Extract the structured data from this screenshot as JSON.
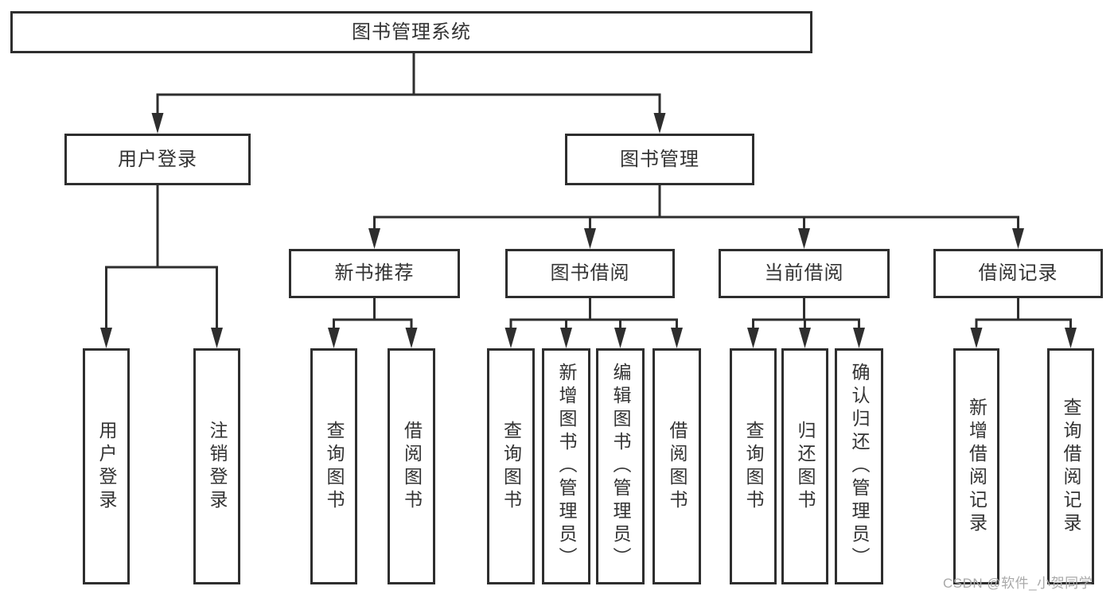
{
  "tree": {
    "root": {
      "label": "图书管理系统"
    },
    "branches": [
      {
        "label": "用户登录",
        "children": [
          {
            "label": "用户登录"
          },
          {
            "label": "注销登录"
          }
        ]
      },
      {
        "label": "图书管理",
        "groups": [
          {
            "label": "新书推荐",
            "children": [
              {
                "label": "查询图书"
              },
              {
                "label": "借阅图书"
              }
            ]
          },
          {
            "label": "图书借阅",
            "children": [
              {
                "label": "查询图书"
              },
              {
                "label": "新增图书（管理员）"
              },
              {
                "label": "编辑图书（管理员）"
              },
              {
                "label": "借阅图书"
              }
            ]
          },
          {
            "label": "当前借阅",
            "children": [
              {
                "label": "查询图书"
              },
              {
                "label": "归还图书"
              },
              {
                "label": "确认归还（管理员）"
              }
            ]
          },
          {
            "label": "借阅记录",
            "children": [
              {
                "label": "新增借阅记录"
              },
              {
                "label": "查询借阅记录"
              }
            ]
          }
        ]
      }
    ]
  },
  "watermark": {
    "text": "CSDN @软件_小贺同学"
  },
  "colors": {
    "line": "#2e2e2e",
    "text": "#333333",
    "watermark": "#a9a9a9",
    "background": "#ffffff"
  }
}
